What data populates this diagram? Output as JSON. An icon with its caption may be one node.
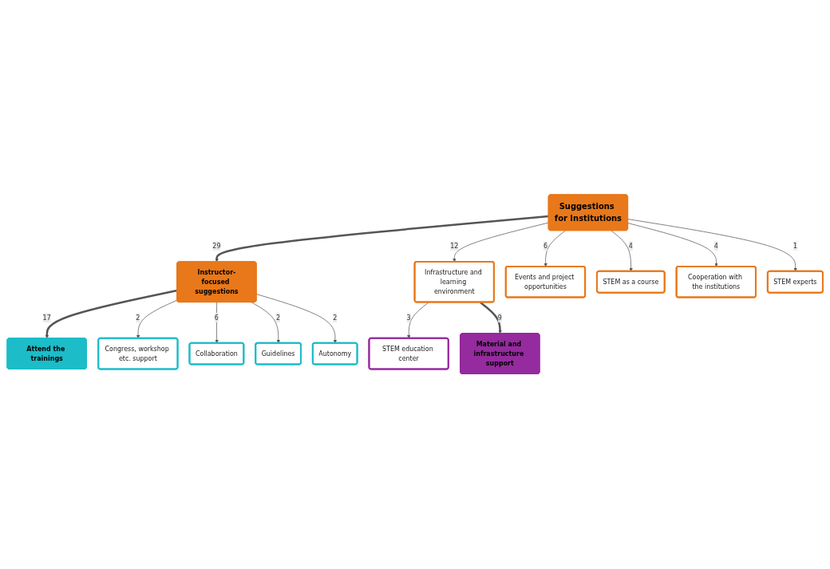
{
  "diagram": {
    "nodes": [
      {
        "text": [
          "Suggestions for Institutions"
        ]
      },
      {
        "text": [
          "Instructor-focused suggestions"
        ]
      },
      {
        "text": [
          "Attend the trainings"
        ]
      },
      {
        "text": [
          "Congress, workshop etc. support"
        ]
      },
      {
        "text": [
          "Collaboration"
        ]
      },
      {
        "text": [
          "Guidelines"
        ]
      },
      {
        "text": [
          "Autonomy"
        ]
      },
      {
        "text": [
          "Infrastructure and learning environment"
        ]
      },
      {
        "text": [
          "STEM education center"
        ]
      },
      {
        "text": [
          "Material and infrastructure support"
        ]
      },
      {
        "text": [
          "Events and project opportunities"
        ]
      },
      {
        "text": [
          "STEM as a course"
        ]
      },
      {
        "text": [
          "Cooperation with the institutions"
        ]
      },
      {
        "text": [
          "STEM experts"
        ]
      }
    ],
    "edges": [
      {
        "from": 0,
        "to": 1,
        "arrow": "to",
        "label": "29",
        "style": "thick"
      },
      {
        "from": 1,
        "to": 2,
        "arrow": "to",
        "label": "17",
        "style": "thick"
      },
      {
        "from": 1,
        "to": 3,
        "arrow": "to",
        "label": "2"
      },
      {
        "from": 1,
        "to": 4,
        "arrow": "to",
        "label": "6"
      },
      {
        "from": 1,
        "to": 5,
        "arrow": "to",
        "label": "2"
      },
      {
        "from": 1,
        "to": 6,
        "arrow": "to",
        "label": "2"
      },
      {
        "from": 0,
        "to": 7,
        "arrow": "to",
        "label": "12"
      },
      {
        "from": 7,
        "to": 8,
        "arrow": "to",
        "label": "3"
      },
      {
        "from": 7,
        "to": 9,
        "arrow": "to",
        "label": "9",
        "style": "thick"
      },
      {
        "from": 0,
        "to": 10,
        "arrow": "to",
        "label": "6"
      },
      {
        "from": 0,
        "to": 11,
        "arrow": "to",
        "label": "4"
      },
      {
        "from": 0,
        "to": 12,
        "arrow": "to",
        "label": "4"
      },
      {
        "from": 0,
        "to": 13,
        "arrow": "to",
        "label": "1"
      }
    ]
  }
}
